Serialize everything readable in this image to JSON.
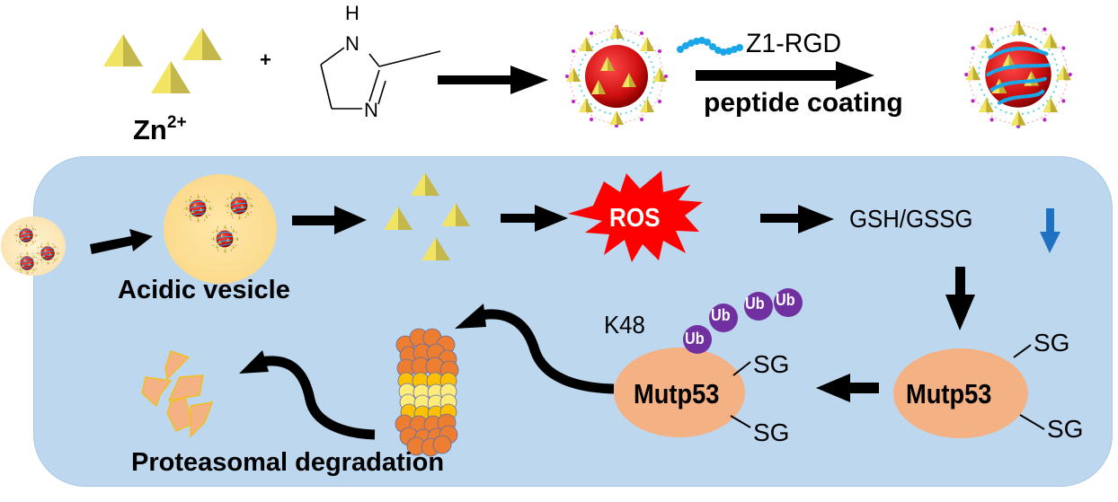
{
  "synthesis": {
    "zinc_label": "Zn",
    "zinc_charge": "2+",
    "plus_sign": "+",
    "imidazole_atoms": {
      "nh_h": "H",
      "nh_n": "N",
      "n": "N"
    },
    "peptide_name": "Z1-RGD",
    "coating_label": "peptide coating"
  },
  "cell": {
    "vesicle_label": "Acidic vesicle",
    "ros_label": "ROS",
    "gsh_label": "GSH/GSSG",
    "k48_label": "K48",
    "ubiquitin_labels": [
      "Ub",
      "Ub",
      "Ub",
      "Ub"
    ],
    "protein_label": "Mutp53",
    "sg_label": "SG",
    "degradation_label": "Proteasomal degradation"
  },
  "colors": {
    "cell_bg": "#bdd7ee",
    "pyramid_light": "#f2e463",
    "pyramid_dark": "#c4b84c",
    "nanoparticle_core": "#e01a1a",
    "peptide": "#1aa7e8",
    "ros_burst": "#ff0000",
    "ubiquitin": "#7030a0",
    "protein": "#f4b183",
    "vesicle": "#ffe699",
    "proteasome_outer": "#ed7d31",
    "proteasome_inner": "#ffeb7a",
    "down_arrow": "#1f72c2"
  }
}
